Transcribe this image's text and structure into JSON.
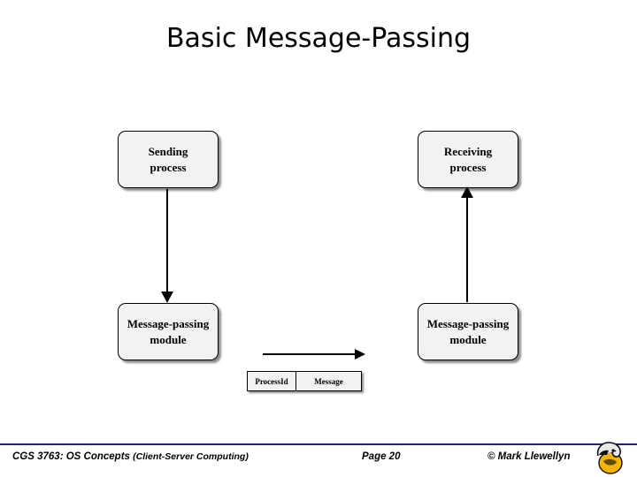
{
  "slide": {
    "title": "Basic Message-Passing"
  },
  "diagram": {
    "boxes": [
      {
        "id": "sending",
        "line1": "Sending",
        "line2": "process"
      },
      {
        "id": "sendmod",
        "line1": "Message-passing",
        "line2": "module"
      },
      {
        "id": "receiving",
        "line1": "Receiving",
        "line2": "process"
      },
      {
        "id": "recvmod",
        "line1": "Message-passing",
        "line2": "module"
      }
    ],
    "packet": {
      "procid_label": "ProcessId",
      "message_label": "Message"
    },
    "arrows": [
      {
        "name": "sending-to-module",
        "direction": "down"
      },
      {
        "name": "module-to-receiving",
        "direction": "up"
      },
      {
        "name": "transmission",
        "direction": "right"
      }
    ]
  },
  "footer": {
    "course": "CGS 3763: OS Concepts",
    "topic": "(Client-Server Computing)",
    "page": "Page 20",
    "copyright": "© Mark Llewellyn",
    "accent_color": "#1f1f8f"
  }
}
